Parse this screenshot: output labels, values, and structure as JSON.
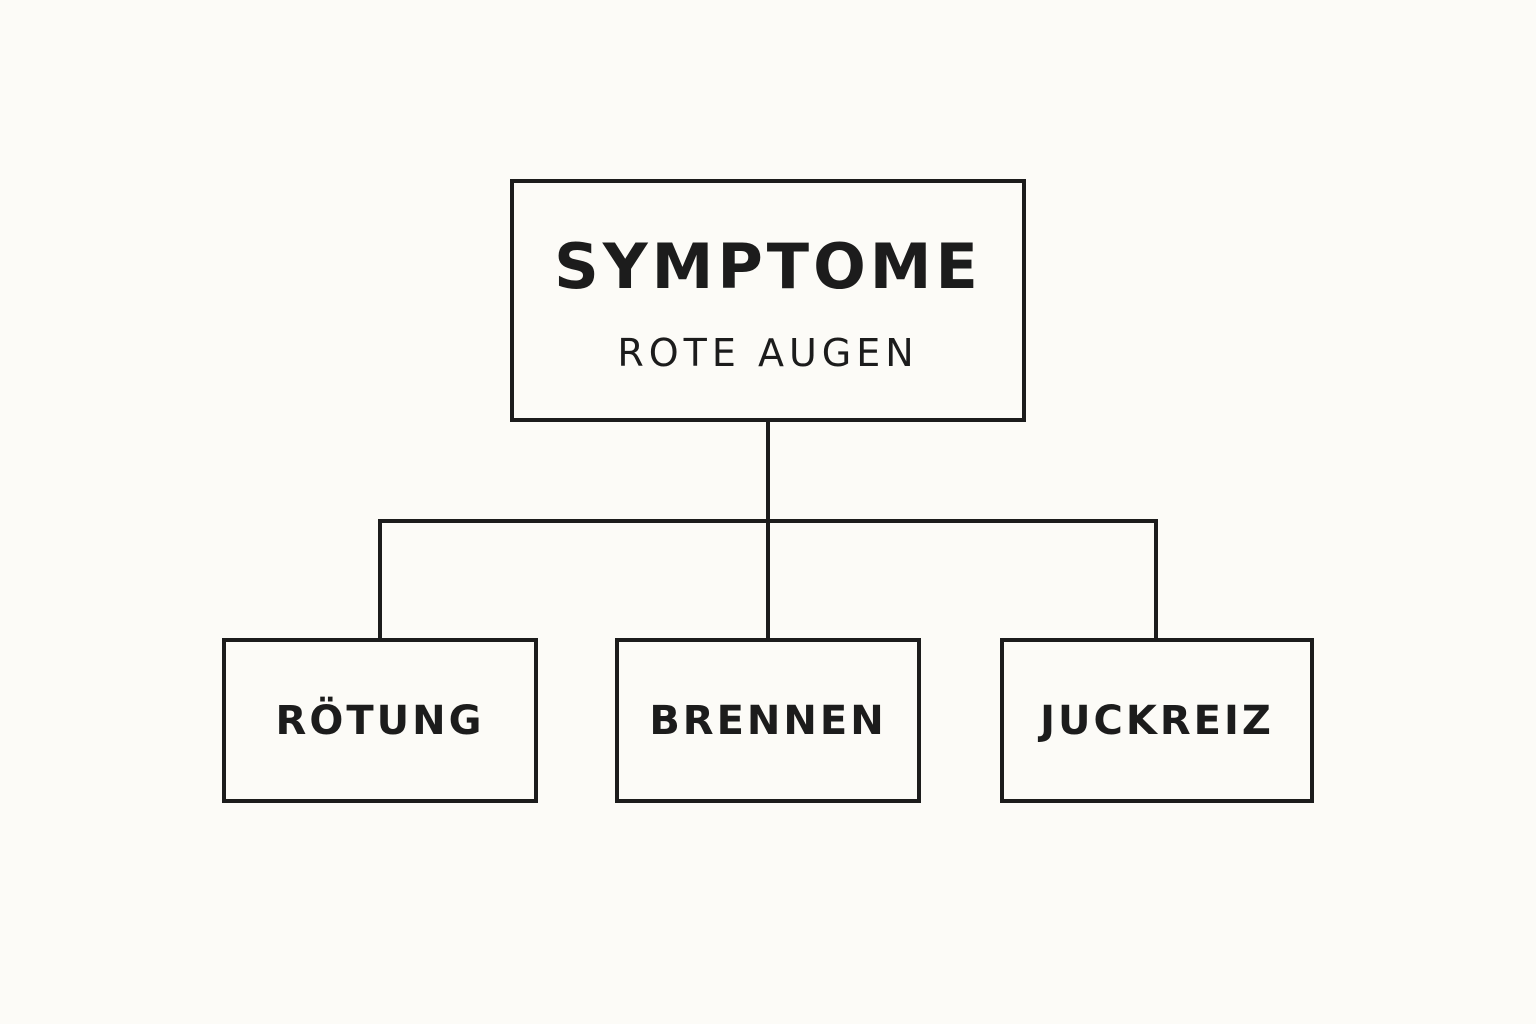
{
  "root": {
    "title": "SYMPTOME",
    "subtitle": "ROTE AUGEN"
  },
  "children": [
    {
      "label": "RÖTUNG"
    },
    {
      "label": "BRENNEN"
    },
    {
      "label": "JUCKREIZ"
    }
  ],
  "colors": {
    "background": "#fcfbf7",
    "stroke": "#1c1c1c",
    "text": "#1c1c1c"
  }
}
